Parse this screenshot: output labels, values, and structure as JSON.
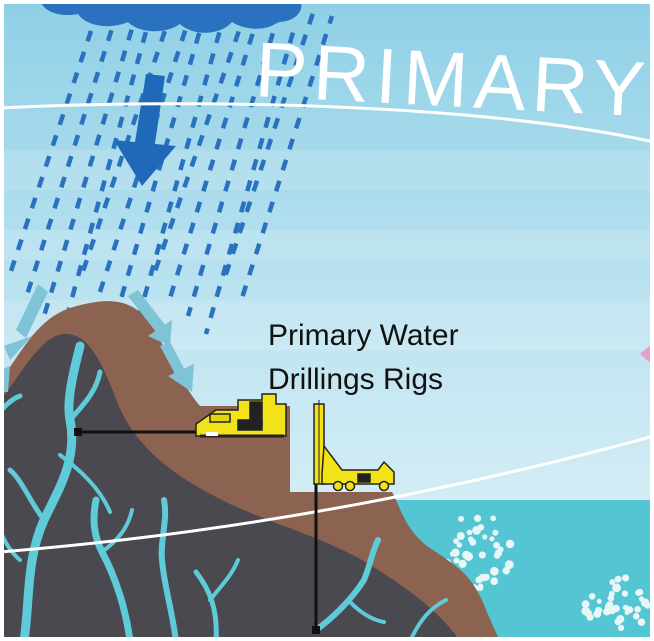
{
  "banner": {
    "title": "PRIMARY W"
  },
  "label": {
    "line1": "Primary Water",
    "line2": "Drillings Rigs"
  },
  "colors": {
    "sky_top": "#8fd0e6",
    "sky_bottom": "#d9eef6",
    "rain": "#2a72c0",
    "arrow": "#2069b8",
    "side_arrows": "#7fc4d6",
    "mountain": "#8c6350",
    "rock": "#4a4950",
    "veins": "#5fcad8",
    "sea": "#53c5d3",
    "bubbles": "#e8f6f8",
    "rig": "#f2e21a",
    "accent_pink": "#e8a0c8"
  }
}
